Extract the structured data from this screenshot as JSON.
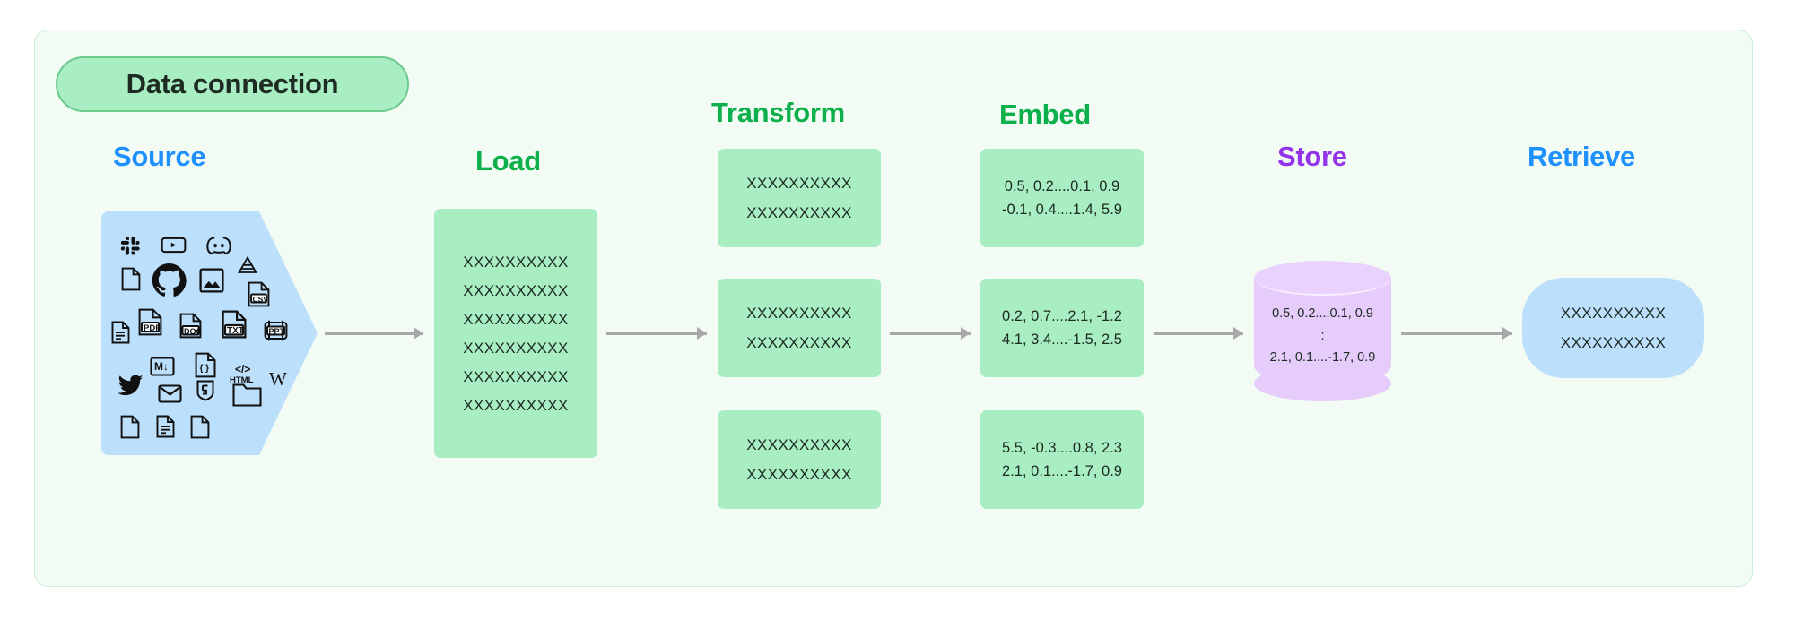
{
  "panel": {
    "title": "Data connection",
    "background_color": "#f2fbf4",
    "border_color": "#c9eed6",
    "pill_fill": "#a9edc3",
    "pill_border": "#6bc98c"
  },
  "colors": {
    "blue": "#1e90ff",
    "green": "#0cb04a",
    "purple": "#9333ea",
    "box_green": "#a9edc3",
    "box_blue": "#bcdffb",
    "cylinder_purple": "#e6ccfb",
    "arrow_gray": "#a8a8a8"
  },
  "stages": {
    "source": {
      "heading": "Source",
      "heading_color": "#1e90ff",
      "icons": [
        "slack-icon",
        "youtube-icon",
        "discord-icon",
        "file-icon",
        "github-icon",
        "image-icon",
        "google-drive-icon",
        "csv-file-icon",
        "document-lines-icon",
        "pdf-file-icon",
        "doc-file-icon",
        "txt-file-icon",
        "ppt-file-icon",
        "markdown-icon",
        "json-file-icon",
        "html-icon",
        "wikipedia-icon",
        "twitter-icon",
        "email-icon",
        "css3-icon",
        "folder-icon",
        "file-blank-icon",
        "file-text-icon",
        "file-plain-icon"
      ],
      "icon_labels": {
        "csv": "CSV",
        "pdf": "PDF",
        "doc": "DOC",
        "txt": "TXT",
        "ppt": "PPT",
        "markdown": "M",
        "html": "HTML",
        "json": "{ }",
        "wikipedia": "W"
      }
    },
    "load": {
      "heading": "Load",
      "heading_color": "#0cb04a",
      "box": {
        "lines": [
          "XXXXXXXXXX",
          "XXXXXXXXXX",
          "XXXXXXXXXX",
          "XXXXXXXXXX",
          "XXXXXXXXXX",
          "XXXXXXXXXX"
        ]
      }
    },
    "transform": {
      "heading": "Transform",
      "heading_color": "#0cb04a",
      "boxes": [
        {
          "lines": [
            "XXXXXXXXXX",
            "XXXXXXXXXX"
          ]
        },
        {
          "lines": [
            "XXXXXXXXXX",
            "XXXXXXXXXX"
          ]
        },
        {
          "lines": [
            "XXXXXXXXXX",
            "XXXXXXXXXX"
          ]
        }
      ]
    },
    "embed": {
      "heading": "Embed",
      "heading_color": "#0cb04a",
      "boxes": [
        {
          "lines": [
            "0.5, 0.2....0.1, 0.9",
            "-0.1, 0.4....1.4, 5.9"
          ]
        },
        {
          "lines": [
            "0.2, 0.7....2.1, -1.2",
            "4.1, 3.4....-1.5, 2.5"
          ]
        },
        {
          "lines": [
            "5.5, -0.3....0.8, 2.3",
            "2.1, 0.1....-1.7, 0.9"
          ]
        }
      ]
    },
    "store": {
      "heading": "Store",
      "heading_color": "#9333ea",
      "cylinder": {
        "lines": [
          "0.5, 0.2....0.1, 0.9",
          ":",
          "2.1, 0.1....-1.7, 0.9"
        ]
      }
    },
    "retrieve": {
      "heading": "Retrieve",
      "heading_color": "#1e90ff",
      "box": {
        "lines": [
          "XXXXXXXXXX",
          "XXXXXXXXXX"
        ]
      }
    }
  },
  "arrows": [
    {
      "name": "source-to-load"
    },
    {
      "name": "load-to-transform"
    },
    {
      "name": "transform-to-embed"
    },
    {
      "name": "embed-to-store"
    },
    {
      "name": "store-to-retrieve"
    }
  ]
}
